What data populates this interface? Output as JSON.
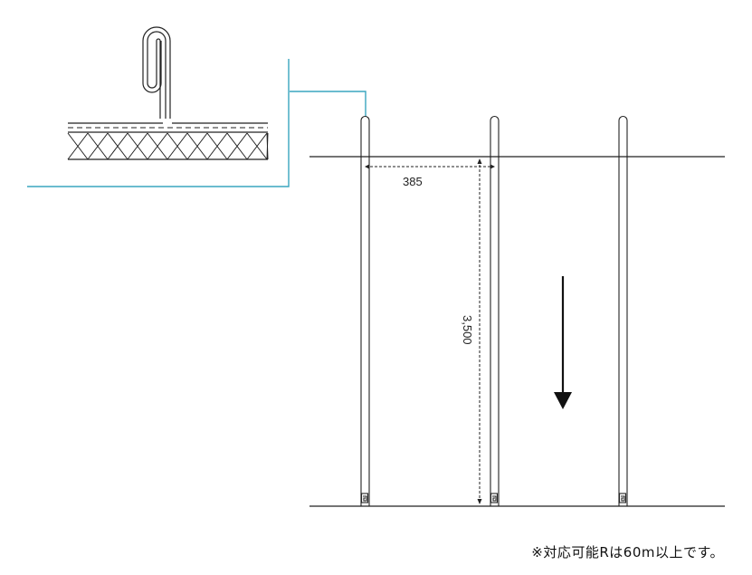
{
  "diagram": {
    "width_label": "385",
    "length_label": "3,500",
    "note": "※対応可能Rは60m以上です。",
    "colors": {
      "line": "#222222",
      "leader": "#3aa6bf",
      "background": "#ffffff"
    },
    "icons": [
      "standing-seam-profile-icon",
      "down-arrow-icon"
    ]
  }
}
